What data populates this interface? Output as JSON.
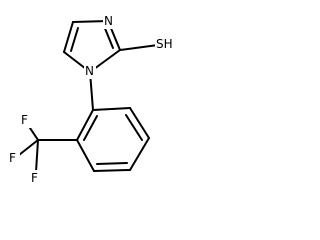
{
  "structure": {
    "atoms": {
      "imidazole_n3": "N",
      "imidazole_n1": "N",
      "thiol": "SH",
      "fluorine_top": "F",
      "fluorine_left": "F",
      "fluorine_bottom": "F"
    }
  }
}
